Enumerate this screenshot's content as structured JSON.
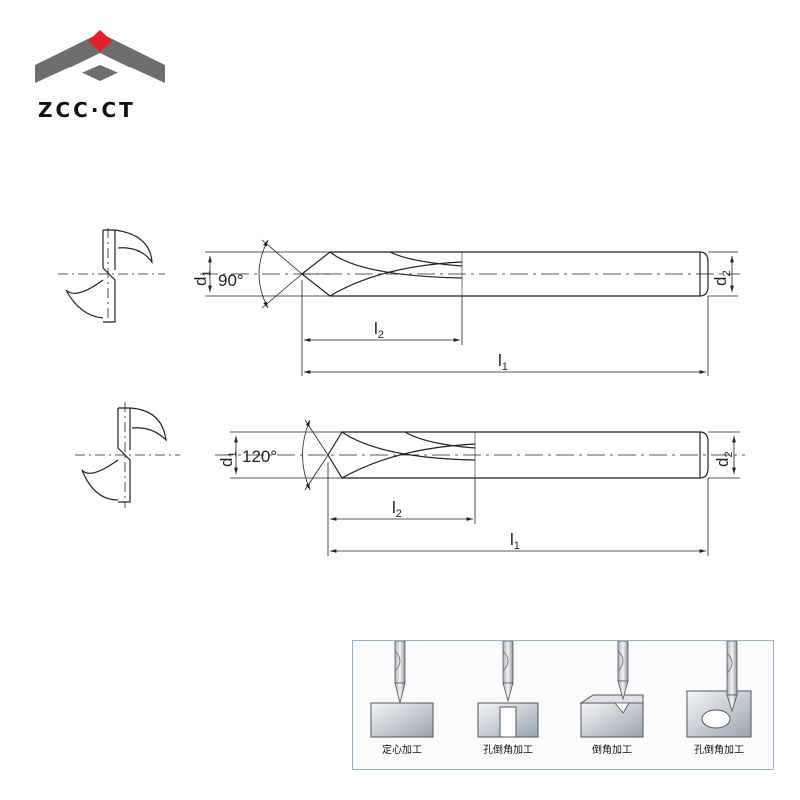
{
  "brand": {
    "name": "ZCC·CT",
    "logo_colors": {
      "diamond": "#e0202a",
      "chevron": "#6e6e6e"
    }
  },
  "drills": [
    {
      "angle_label": "90°",
      "d1": {
        "base": "d",
        "sub": "1"
      },
      "d2": {
        "base": "d",
        "sub": "2"
      },
      "l1": {
        "base": "l",
        "sub": "1"
      },
      "l2": {
        "base": "l",
        "sub": "2"
      }
    },
    {
      "angle_label": "120°",
      "d1": {
        "base": "d",
        "sub": "1"
      },
      "d2": {
        "base": "d",
        "sub": "2"
      },
      "l1": {
        "base": "l",
        "sub": "1"
      },
      "l2": {
        "base": "l",
        "sub": "2"
      }
    }
  ],
  "applications": [
    {
      "label": "定心加工",
      "icon": "centering-icon"
    },
    {
      "label": "孔倒角加工",
      "icon": "hole-chamfer-icon"
    },
    {
      "label": "倒角加工",
      "icon": "edge-chamfer-icon"
    },
    {
      "label": "孔倒角加工",
      "icon": "counterbore-chamfer-icon"
    }
  ]
}
